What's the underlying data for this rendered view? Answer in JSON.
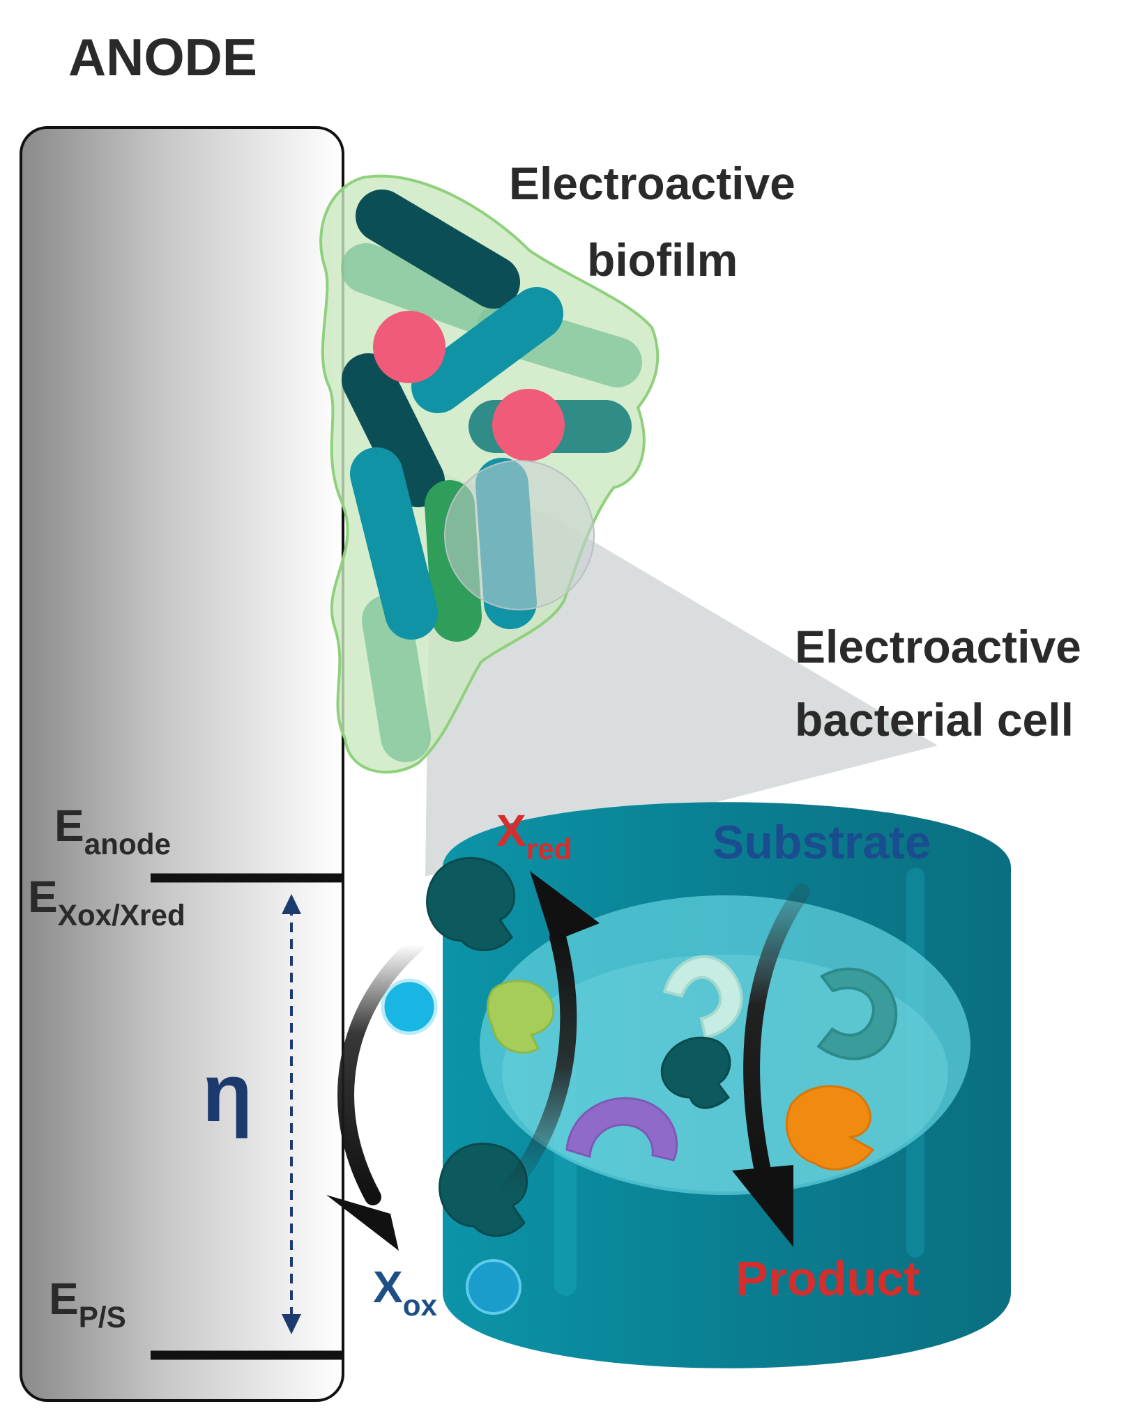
{
  "anode": {
    "title": "ANODE",
    "levels": {
      "anode": {
        "main": "E",
        "sub": "anode"
      },
      "mediator": {
        "main": "E",
        "sub": "Xox/Xred"
      },
      "substrate": {
        "main": "E",
        "sub": "P/S"
      }
    },
    "overpotential": "η"
  },
  "biofilm": {
    "label_line1": "Electroactive",
    "label_line2": "biofilm"
  },
  "cell": {
    "label_line1": "Electroactive",
    "label_line2": "bacterial cell",
    "substrate": "Substrate",
    "product": "Product",
    "mediator_reduced": {
      "main": "X",
      "sub": "red"
    },
    "mediator_oxidized": {
      "main": "X",
      "sub": "ox"
    }
  },
  "colors": {
    "cell_teal": "#0a7f91",
    "biofilm_green": "#bfe3b4",
    "red_label": "#d62d2d",
    "blue_label": "#1d4f86",
    "substrate_blue": "#1a4d8f"
  },
  "icons": [
    "rod-bacterium-icon",
    "coccus-icon",
    "enzyme-icon",
    "electron-icon",
    "curved-arrow-icon",
    "double-arrow-icon"
  ]
}
